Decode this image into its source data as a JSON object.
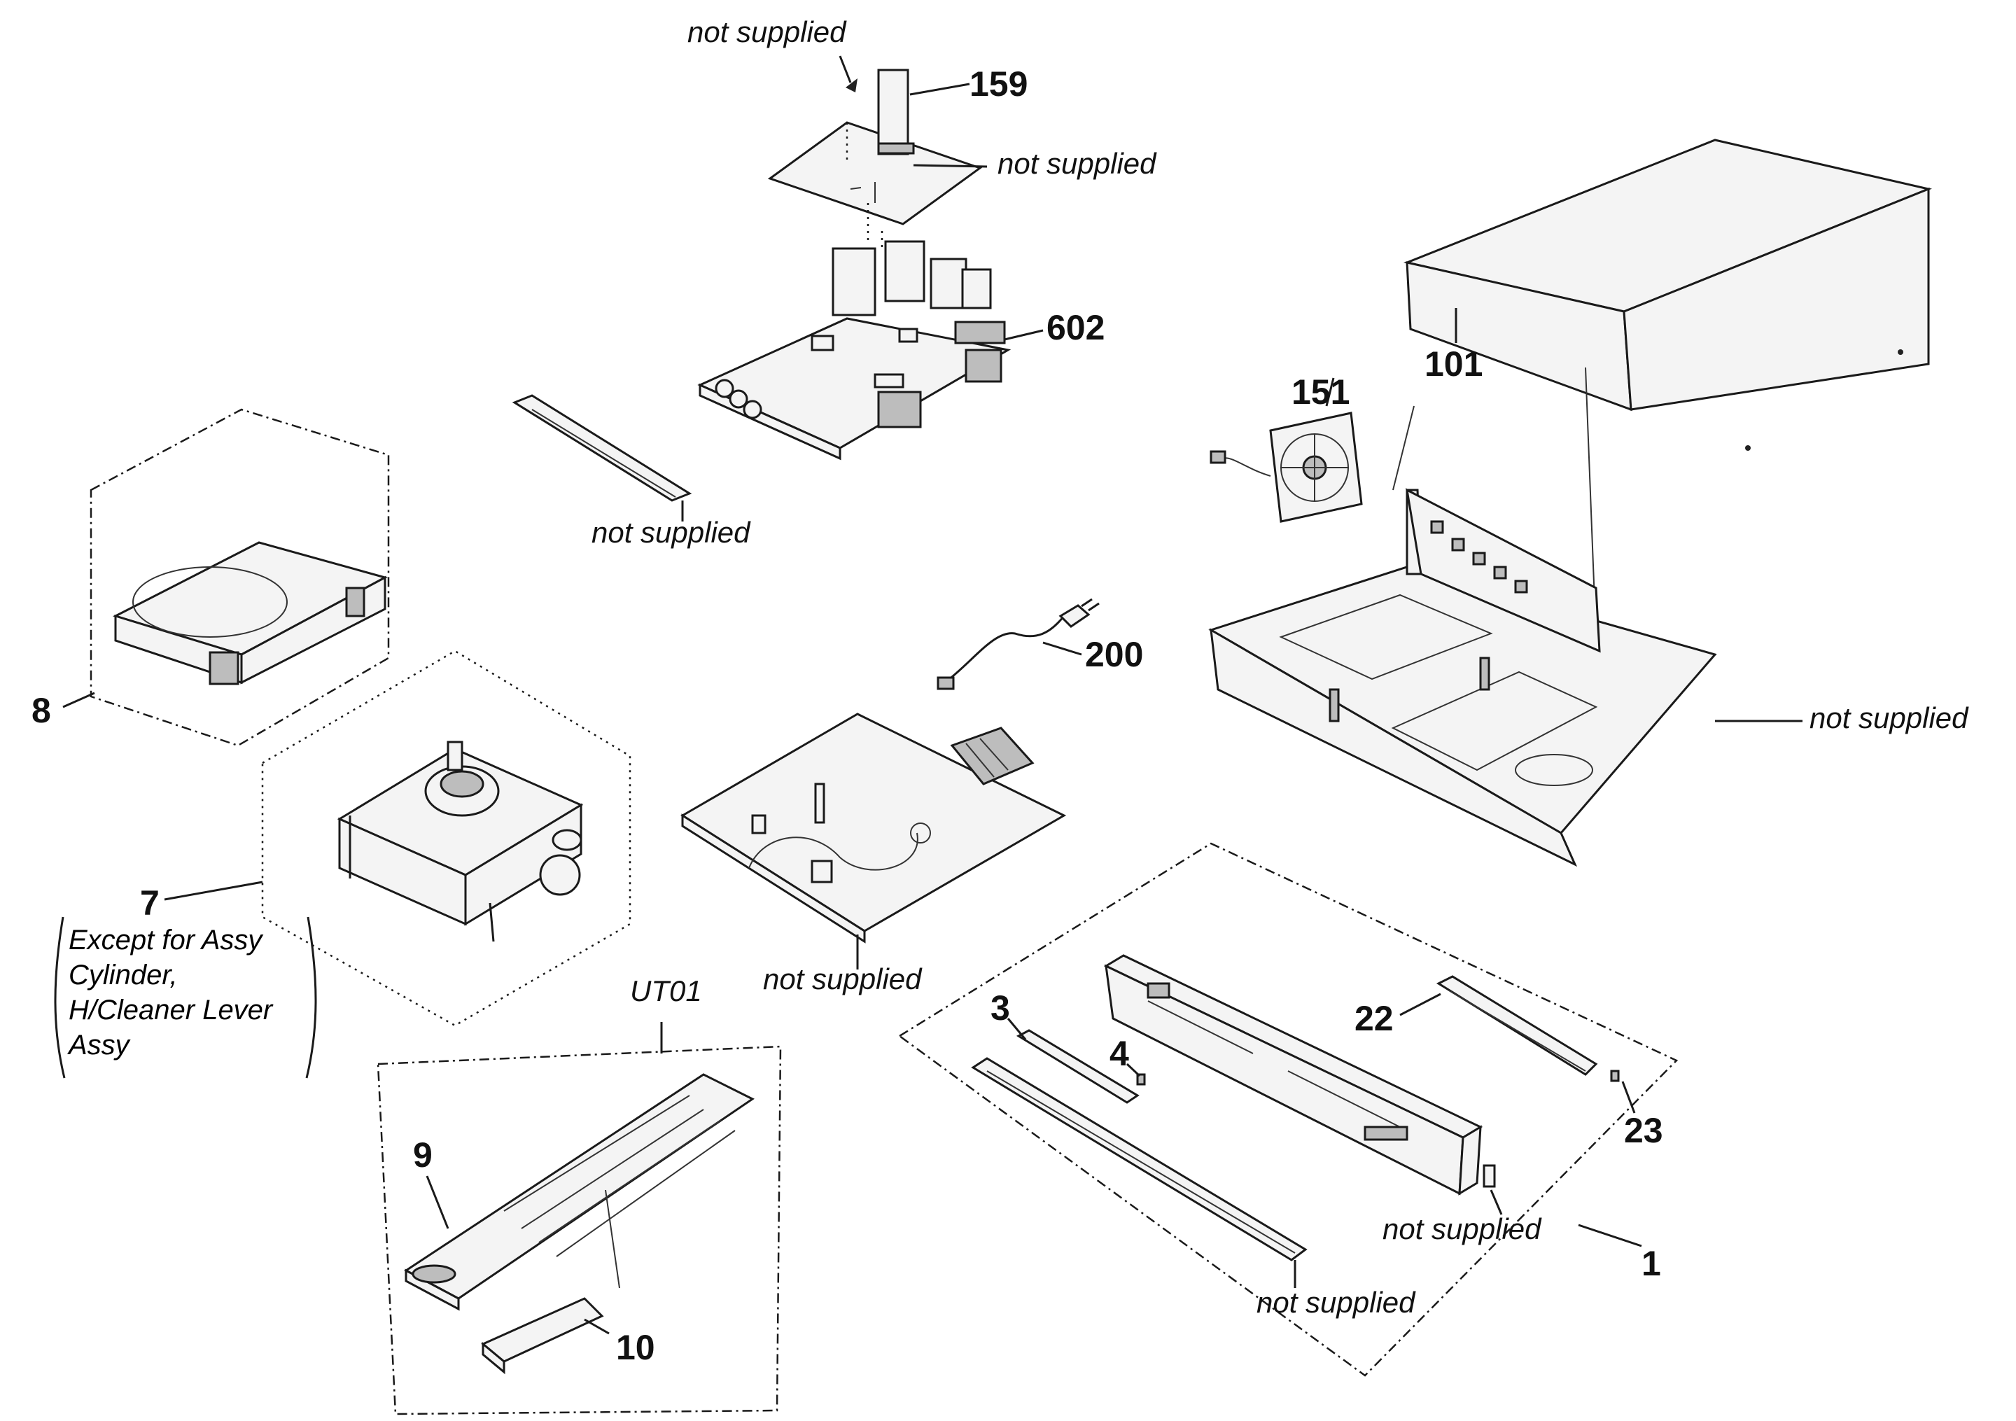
{
  "labels": {
    "p159": "159",
    "p602": "602",
    "p101": "101",
    "p151": "151",
    "p200": "200",
    "p8": "8",
    "p7": "7",
    "ut01": "UT01",
    "p9": "9",
    "p10": "10",
    "p3": "3",
    "p4": "4",
    "p22": "22",
    "p23": "23",
    "p1": "1"
  },
  "not_supplied": {
    "top": "not supplied",
    "board_top_right": "not supplied",
    "rail_left": "not supplied",
    "chassis_right": "not supplied",
    "power_board": "not supplied",
    "front_bracket": "not supplied",
    "front_strip": "not supplied"
  },
  "note_7": {
    "line1": "Except for Assy",
    "line2": "Cylinder,",
    "line3": "H/Cleaner Lever",
    "line4": "Assy"
  }
}
